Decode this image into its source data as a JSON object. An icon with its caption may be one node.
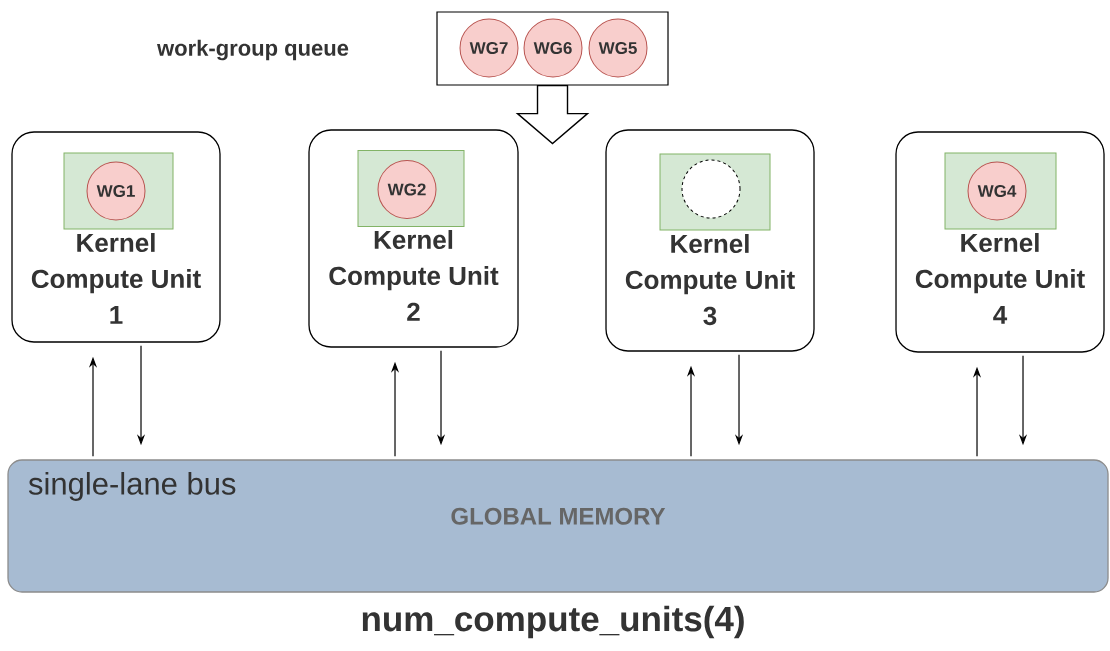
{
  "diagram": {
    "caption": "num_compute_units(4)",
    "nodes": [
      {
        "text": [],
        "shape": "box"
      },
      {
        "text": [
          "WG7"
        ],
        "in": 0
      },
      {
        "text": [
          "WG6"
        ],
        "in": 0
      },
      {
        "text": [
          "WG5"
        ],
        "in": 0
      },
      {
        "text": [
          "Kernel Compute Unit 1"
        ]
      },
      {
        "text": [],
        "shape": "box",
        "in": 4
      },
      {
        "text": [
          "WG1"
        ],
        "in": 5
      },
      {
        "text": [
          "Kernel Compute Unit 2"
        ]
      },
      {
        "text": [],
        "shape": "box",
        "in": 7
      },
      {
        "text": [
          "WG2"
        ],
        "in": 8
      },
      {
        "text": [
          "Kernel Compute Unit 3"
        ]
      },
      {
        "text": [],
        "shape": "box",
        "in": 10
      },
      {
        "text": [],
        "shape": "circle",
        "in": 11
      },
      {
        "text": [
          "Kernel Compute Unit 4"
        ]
      },
      {
        "text": [],
        "shape": "box",
        "in": 13
      },
      {
        "text": [
          "WG4"
        ],
        "in": 14
      },
      {
        "text": [
          "single-lane bus",
          "GLOBAL MEMORY"
        ]
      }
    ],
    "edges": [
      {
        "from": 0,
        "to": null,
        "arrow": "to"
      },
      {
        "from": 16,
        "to": 4,
        "arrow": "to"
      },
      {
        "from": 4,
        "to": 16,
        "arrow": "to"
      },
      {
        "from": 16,
        "to": 7,
        "arrow": "to"
      },
      {
        "from": 7,
        "to": 16,
        "arrow": "to"
      },
      {
        "from": 16,
        "to": 10,
        "arrow": "to"
      },
      {
        "from": 10,
        "to": 16,
        "arrow": "to"
      },
      {
        "from": 16,
        "to": 13,
        "arrow": "to"
      },
      {
        "from": 13,
        "to": 16,
        "arrow": "to"
      }
    ],
    "labels": [
      "work-group queue"
    ]
  }
}
